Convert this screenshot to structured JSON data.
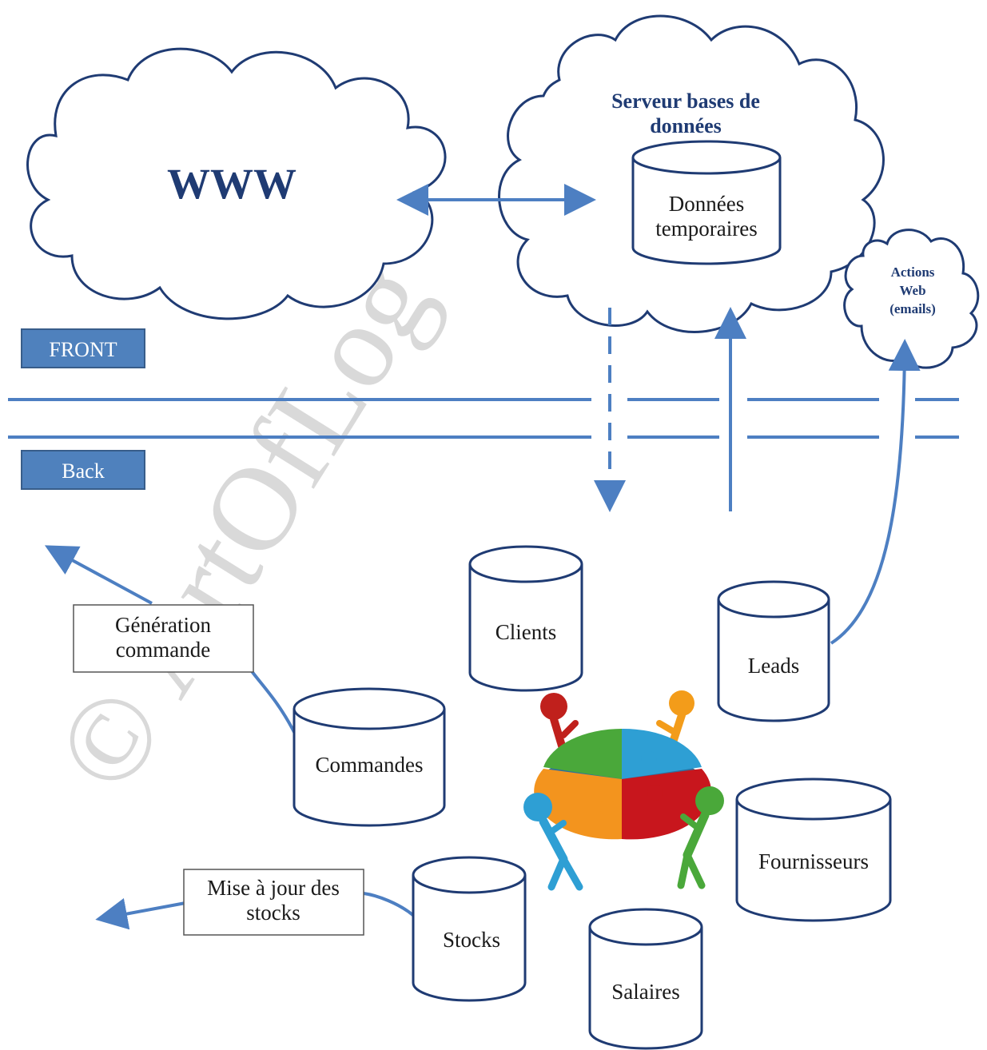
{
  "www_label": "WWW",
  "db_server_title_line1": "Serveur bases de",
  "db_server_title_line2": "données",
  "temp_data_line1": "Données",
  "temp_data_line2": "temporaires",
  "actions_line1": "Actions",
  "actions_line2": "Web",
  "actions_line3": "(emails)",
  "front_label": "FRONT",
  "back_label": "Back",
  "generation_line1": "Génération",
  "generation_line2": "commande",
  "mise_line1": "Mise à jour des",
  "mise_line2": "stocks",
  "databases": {
    "clients": "Clients",
    "leads": "Leads",
    "commandes": "Commandes",
    "fournisseurs": "Fournisseurs",
    "stocks": "Stocks",
    "salaires": "Salaires"
  },
  "watermark": "© ArtOfLog",
  "colors": {
    "accent_blue": "#4d7fc2",
    "outline_navy": "#1f3b73",
    "www_text": "#1f3b73"
  }
}
